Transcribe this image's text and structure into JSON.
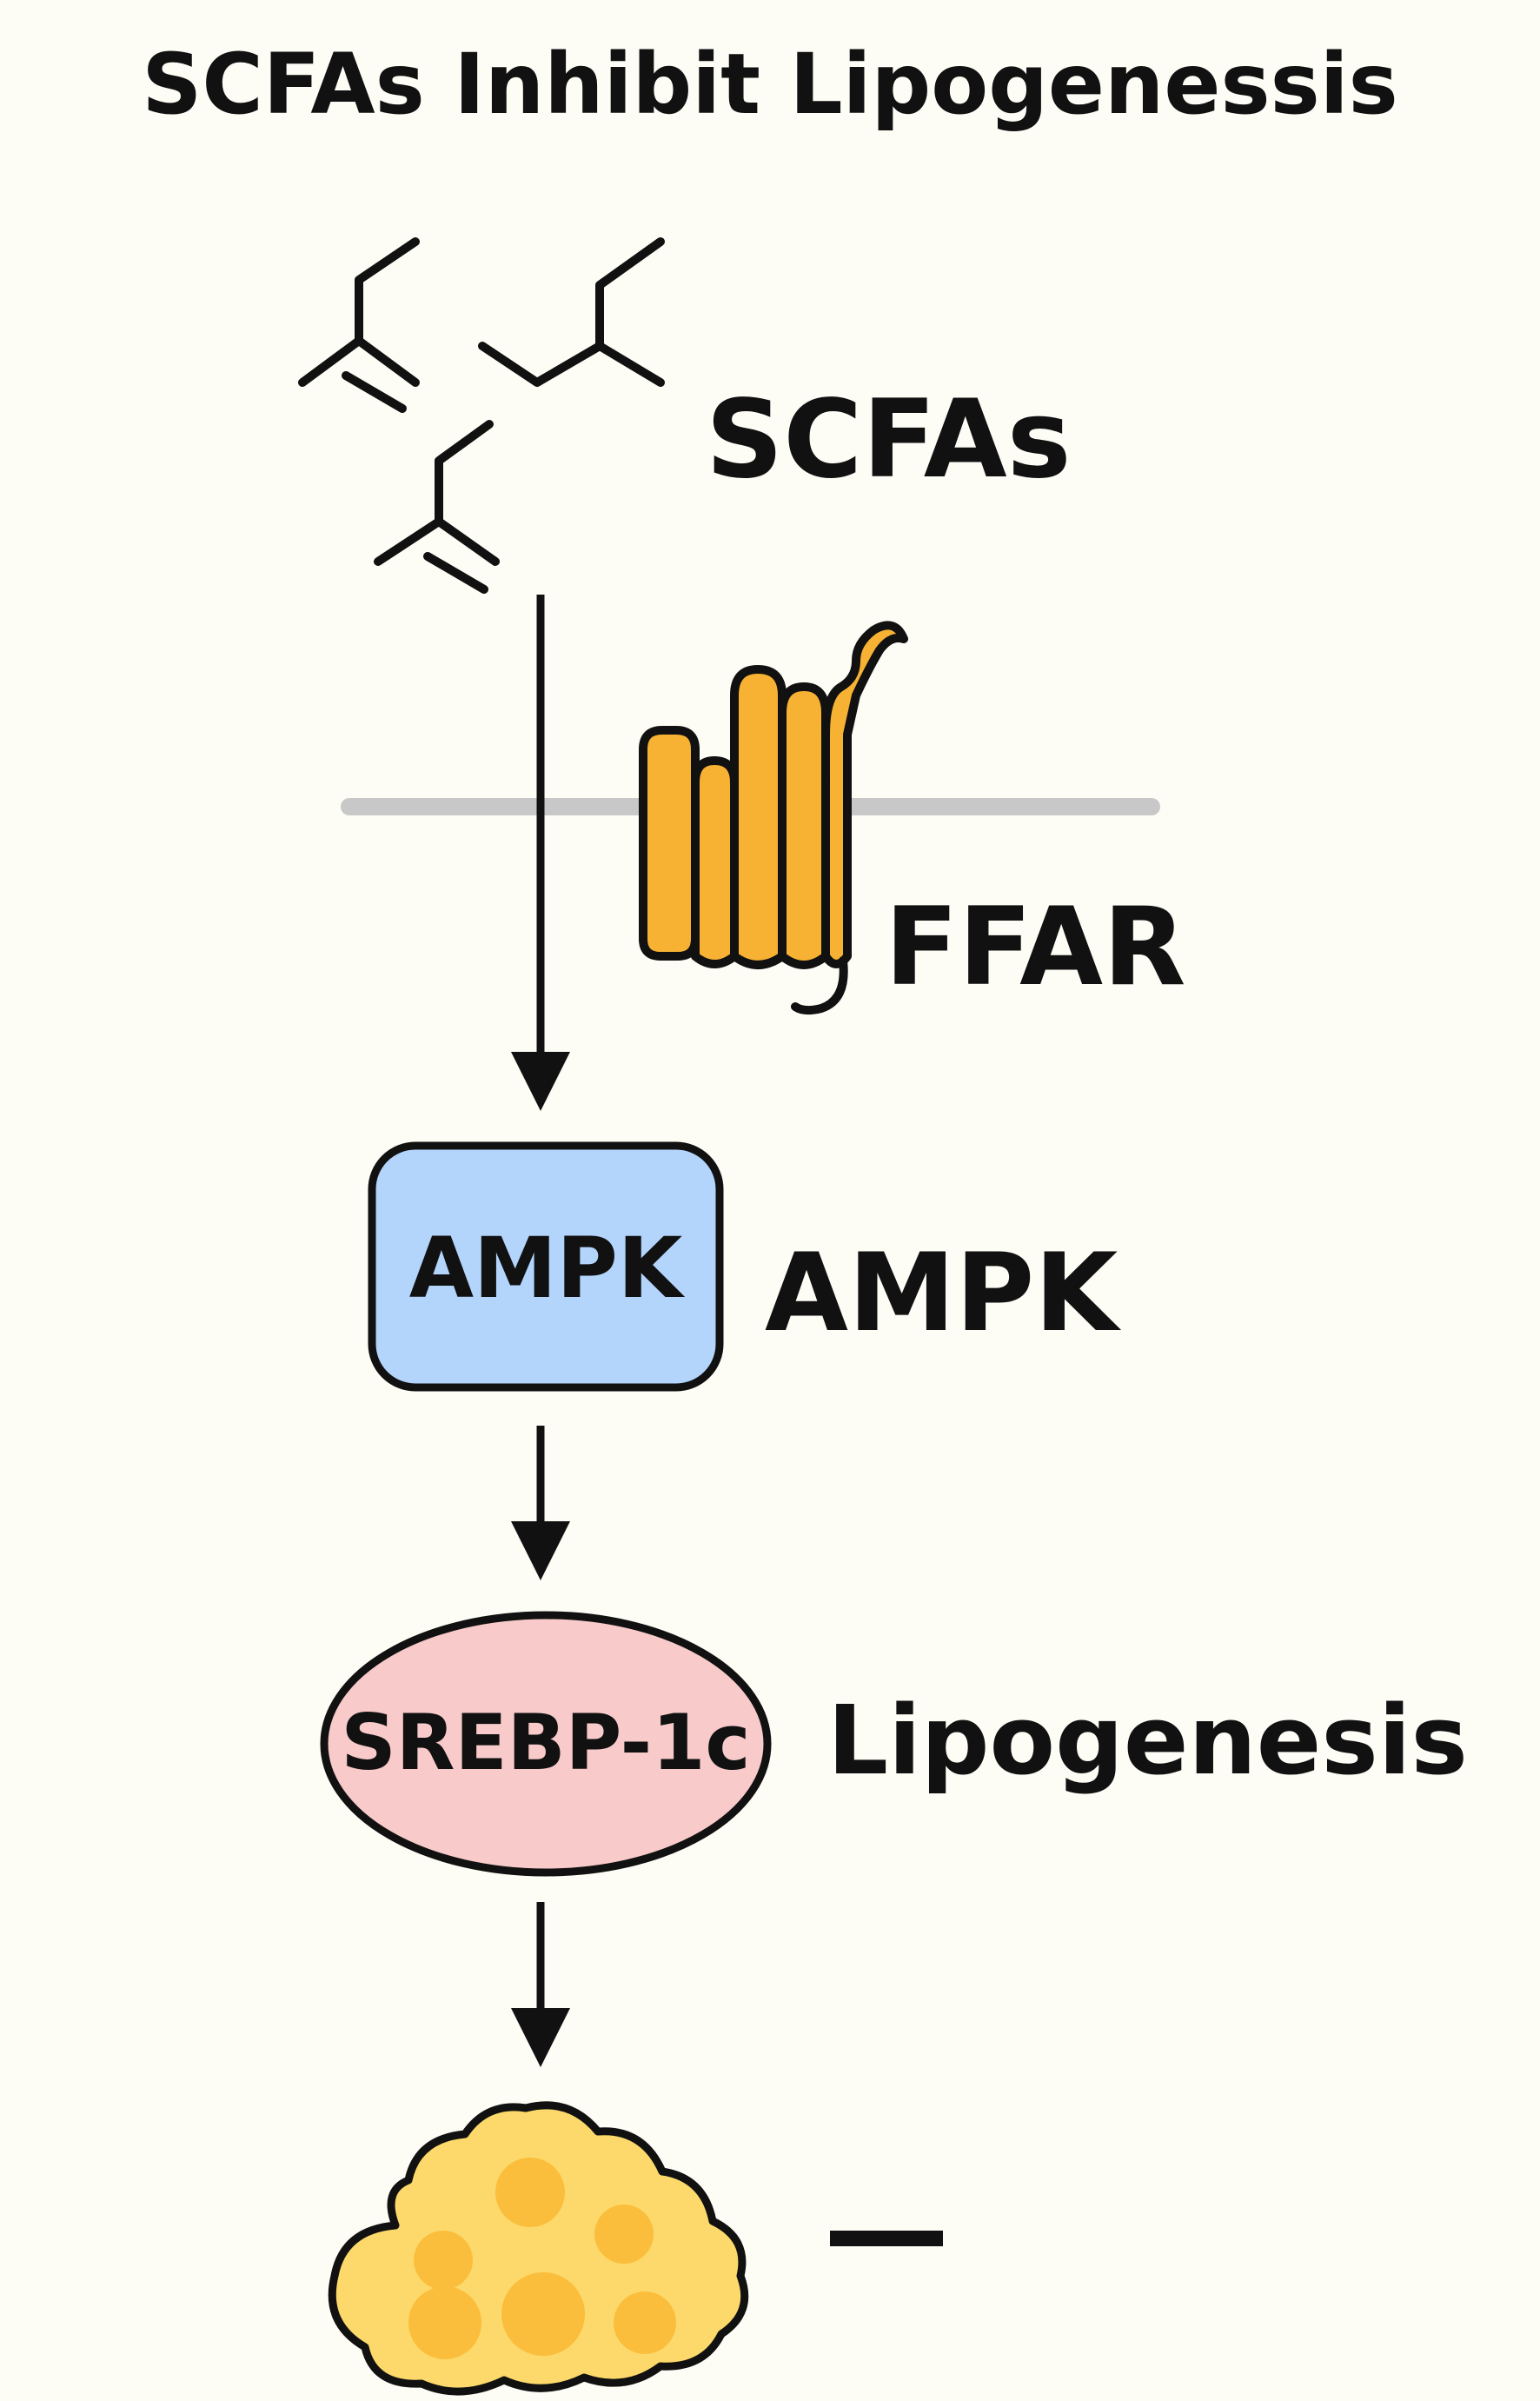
{
  "title": "SCFAs Inhibit Lipogenessis",
  "labels": {
    "scfas": "SCFAs",
    "ffar": "FFAR",
    "ampk_box": "AMPK",
    "ampk_side": "AMPK",
    "srebp": "SREBP-1c",
    "lipogenesis": "Lipogenesis",
    "inhibition_mark": "–"
  },
  "colors": {
    "background": "#fdfdf6",
    "ink": "#111111",
    "membrane": "#c8c8c8",
    "ffar_receptor": "#f7b233",
    "ampk_box": "#b3d4fb",
    "srebp_ellipse": "#f8caca",
    "fat_cell": "#fcd96a",
    "fat_droplet": "#fbbe3c"
  },
  "icons": [
    "scfa-molecule-icon",
    "ffar-receptor-icon",
    "fat-cell-icon"
  ]
}
